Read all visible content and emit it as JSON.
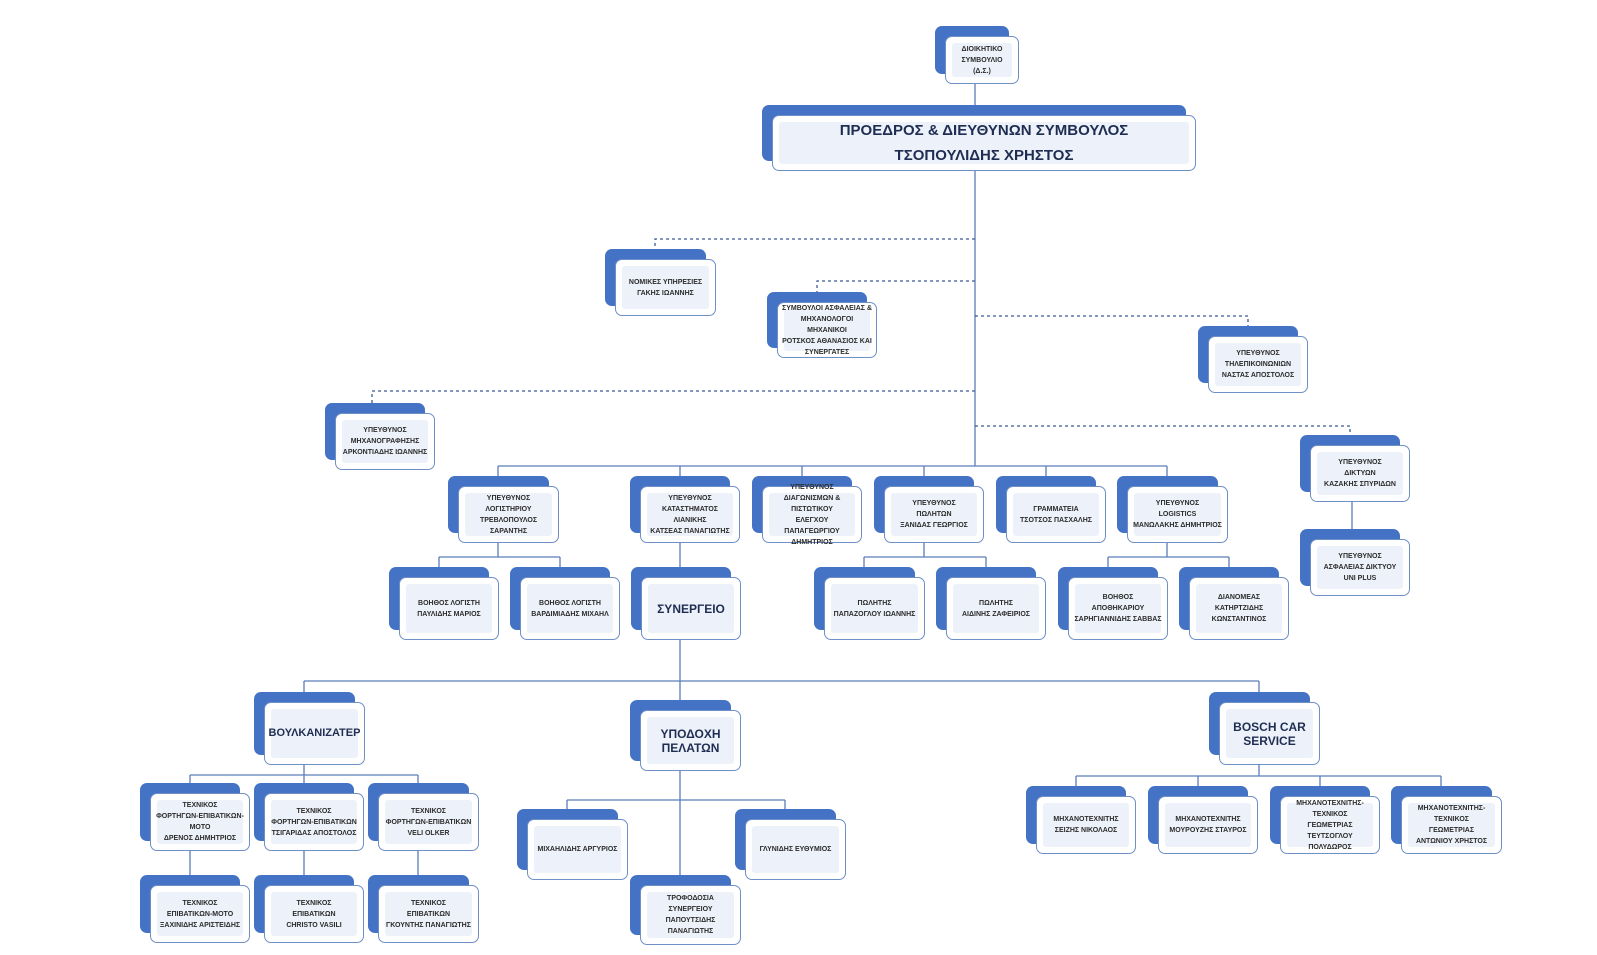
{
  "chart_data": {
    "type": "org-chart",
    "nodes": {
      "board": [
        "ΔΙΟΙΚΗΤΙΚΟ",
        "ΣΥΜΒΟΥΛΙΟ",
        "(Δ.Σ.)"
      ],
      "ceo": [
        "ΠΡΟΕΔΡΟΣ & ΔΙΕΥΘΥΝΩΝ ΣΥΜΒΟΥΛΟΣ",
        "ΤΣΟΠΟΥΛΙΔΗΣ ΧΡΗΣΤΟΣ"
      ],
      "legal": [
        "ΝΟΜΙΚΕΣ ΥΠΗΡΕΣΙΕΣ",
        "ΓΑΚΗΣ ΙΩΑΝΝΗΣ"
      ],
      "safety": [
        "ΣΥΜΒΟΥΛΟΙ ΑΣΦΑΛΕΙΑΣ &",
        "ΜΗΧΑΝΟΛΟΓΟΙ ΜΗΧΑΝΙΚΟΙ",
        "ΡΟΤΣΚΟΣ ΑΘΑΝΑΣΙΟΣ ΚΑΙ",
        "ΣΥΝΕΡΓΑΤΕΣ"
      ],
      "telecom": [
        "ΥΠΕΥΘΥΝΟΣ",
        "ΤΗΛΕΠΙΚΟΙΝΩΝΙΩΝ",
        "ΝΑΣΤΑΣ ΑΠΟΣΤΟΛΟΣ"
      ],
      "it": [
        "ΥΠΕΥΘΥΝΟΣ",
        "ΜΗΧΑΝΟΓΡΑΦΗΣΗΣ",
        "ΑΡΚΟΝΤΙΑΔΗΣ ΙΩΑΝΝΗΣ"
      ],
      "networks": [
        "ΥΠΕΥΘΥΝΟΣ",
        "ΔΙΚΤΥΩΝ",
        "ΚΑΖΑΚΗΣ ΣΠΥΡΙΔΩΝ"
      ],
      "netsec": [
        "ΥΠΕΥΘΥΝΟΣ",
        "ΑΣΦΑΛΕΙΑΣ ΔΙΚΤΥΟΥ",
        "UNI PLUS"
      ],
      "accounting": [
        "ΥΠΕΥΘΥΝΟΣ",
        "ΛΟΓΙΣΤΗΡΙΟΥ",
        "ΤΡΕΒΛΟΠΟΥΛΟΣ ΣΑΡΑΝΤΗΣ"
      ],
      "retail": [
        "ΥΠΕΥΘΥΝΟΣ",
        "ΚΑΤΑΣΤΗΜΑΤΟΣ ΛΙΑΝΙΚΗΣ",
        "ΚΑΤΣΕΑΣ ΠΑΝΑΓΙΩΤΗΣ"
      ],
      "tenders": [
        "ΥΠΕΥΘΥΝΟΣ",
        "ΔΙΑΓΩΝΙΣΜΩΝ &",
        "ΠΙΣΤΩΤΙΚΟΥ",
        "ΕΛΕΓΧΟΥ",
        "ΠΑΠΑΓΕΩΡΓΙΟΥ ΔΗΜΗΤΡΙΟΣ"
      ],
      "sales": [
        "ΥΠΕΥΘΥΝΟΣ",
        "ΠΩΛΗΤΩΝ",
        "ΞΑΝΙΔΑΣ ΓΕΩΡΓΙΟΣ"
      ],
      "secretariat": [
        "ΓΡΑΜΜΑΤΕΙΑ",
        "ΤΣΟΤΣΟΣ ΠΑΣΧΑΛΗΣ"
      ],
      "logistics": [
        "ΥΠΕΥΘΥΝΟΣ",
        "LOGISTICS",
        "ΜΑΝΩΛΑΚΗΣ ΔΗΜΗΤΡΙΟΣ"
      ],
      "acc_asst1": [
        "ΒΟΗΘΟΣ ΛΟΓΙΣΤΗ",
        "ΠΑΥΛΙΔΗΣ ΜΑΡΙΟΣ"
      ],
      "acc_asst2": [
        "ΒΟΗΘΟΣ ΛΟΓΙΣΤΗ",
        "ΒΑΡΔΙΜΙΑΔΗΣ ΜΙΧΑΗΛ"
      ],
      "workshop": [
        "ΣΥΝΕΡΓΕΙΟ"
      ],
      "seller1": [
        "ΠΩΛΗΤΗΣ",
        "ΠΑΠΑΖΟΓΛΟΥ ΙΩΑΝΝΗΣ"
      ],
      "seller2": [
        "ΠΩΛΗΤΗΣ",
        "ΑΙΔΙΝΗΣ ΖΑΦΕΙΡΙΟΣ"
      ],
      "warehouse": [
        "ΒΟΗΘΟΣ",
        "ΑΠΟΘΗΚΑΡΙΟΥ",
        "ΣΑΡΗΓΙΑΝΝΙΔΗΣ ΣΑΒΒΑΣ"
      ],
      "distributor": [
        "ΔΙΑΝΟΜΕΑΣ",
        "ΚΑΤΗΡΤΖΙΔΗΣ",
        "ΚΩΝΣΤΑΝΤΙΝΟΣ"
      ],
      "tires": [
        "ΒΟΥΛΚΑΝΙΖΑΤΕΡ"
      ],
      "reception": [
        "ΥΠΟΔΟΧΗ",
        "ΠΕΛΑΤΩΝ"
      ],
      "bosch": [
        "BOSCH CAR",
        "SERVICE"
      ],
      "tech1": [
        "ΤΕΧΝΙΚΟΣ",
        "ΦΟΡΤΗΓΩΝ-ΕΠΙΒΑΤΙΚΩΝ-",
        "ΜΟΤΟ",
        "ΔΡΕΝΟΣ ΔΗΜΗΤΡΙΟΣ"
      ],
      "tech2": [
        "ΤΕΧΝΙΚΟΣ",
        "ΦΟΡΤΗΓΩΝ-ΕΠΙΒΑΤΙΚΩΝ",
        "ΤΣΙΓΑΡΙΔΑΣ ΑΠΟΣΤΟΛΟΣ"
      ],
      "tech3": [
        "ΤΕΧΝΙΚΟΣ",
        "ΦΟΡΤΗΓΩΝ-ΕΠΙΒΑΤΙΚΩΝ",
        "VELI OLKER"
      ],
      "tech4": [
        "ΤΕΧΝΙΚΟΣ",
        "ΕΠΙΒΑΤΙΚΩΝ-ΜΟΤΟ",
        "ΞΑΧΙΝΙΔΗΣ ΑΡΙΣΤΕΙΔΗΣ"
      ],
      "tech5": [
        "ΤΕΧΝΙΚΟΣ",
        "ΕΠΙΒΑΤΙΚΩΝ",
        "CHRISTO VASILI"
      ],
      "tech6": [
        "ΤΕΧΝΙΚΟΣ",
        "ΕΠΙΒΑΤΙΚΩΝ",
        "ΓΚΟΥΝΤΗΣ ΠΑΝΑΓΙΩΤΗΣ"
      ],
      "rec1": [
        "ΜΙΧΑΗΛΙΔΗΣ ΑΡΓΥΡΙΟΣ"
      ],
      "rec2": [
        "ΓΛΥΝΙΔΗΣ ΕΥΘΥΜΙΟΣ"
      ],
      "supply": [
        "ΤΡΟΦΟΔΟΣΙΑ ΣΥΝΕΡΓΕΙΟΥ",
        "ΠΑΠΟΥΤΣΙΔΗΣ",
        "ΠΑΝΑΓΙΩΤΗΣ"
      ],
      "mech1": [
        "ΜΗΧΑΝΟΤΕΧΝΙΤΗΣ",
        "ΣΕΙΖΗΣ ΝΙΚΟΛΑΟΣ"
      ],
      "mech2": [
        "ΜΗΧΑΝΟΤΕΧΝΙΤΗΣ",
        "ΜΟΥΡΟΥΖΗΣ ΣΤΑΥΡΟΣ"
      ],
      "mech3": [
        "ΜΗΧΑΝΟΤΕΧΝΙΤΗΣ-",
        "ΤΕΧΝΙΚΟΣ",
        "ΓΕΩΜΕΤΡΙΑΣ",
        "ΤΕΥΤΣΟΓΛΟΥ ΠΟΛΥΔΩΡΟΣ"
      ],
      "mech4": [
        "ΜΗΧΑΝΟΤΕΧΝΙΤΗΣ-",
        "ΤΕΧΝΙΚΟΣ",
        "ΓΕΩΜΕΤΡΙΑΣ",
        "ΑΝΤΩΝΙΟΥ ΧΡΗΣΤΟΣ"
      ]
    },
    "links": [
      [
        "board",
        "ceo",
        "solid"
      ],
      [
        "ceo",
        "legal",
        "dashed"
      ],
      [
        "ceo",
        "safety",
        "dashed"
      ],
      [
        "ceo",
        "telecom",
        "dashed"
      ],
      [
        "ceo",
        "it",
        "dashed"
      ],
      [
        "ceo",
        "networks",
        "dashed"
      ],
      [
        "networks",
        "netsec",
        "solid"
      ],
      [
        "ceo",
        "accounting",
        "solid"
      ],
      [
        "ceo",
        "retail",
        "solid"
      ],
      [
        "ceo",
        "tenders",
        "solid"
      ],
      [
        "ceo",
        "sales",
        "solid"
      ],
      [
        "ceo",
        "secretariat",
        "solid"
      ],
      [
        "ceo",
        "logistics",
        "solid"
      ],
      [
        "accounting",
        "acc_asst1",
        "solid"
      ],
      [
        "accounting",
        "acc_asst2",
        "solid"
      ],
      [
        "retail",
        "workshop",
        "solid"
      ],
      [
        "sales",
        "seller1",
        "solid"
      ],
      [
        "sales",
        "seller2",
        "solid"
      ],
      [
        "logistics",
        "warehouse",
        "solid"
      ],
      [
        "logistics",
        "distributor",
        "solid"
      ],
      [
        "workshop",
        "tires",
        "solid"
      ],
      [
        "workshop",
        "reception",
        "solid"
      ],
      [
        "workshop",
        "bosch",
        "solid"
      ],
      [
        "tires",
        "tech1",
        "solid"
      ],
      [
        "tires",
        "tech2",
        "solid"
      ],
      [
        "tires",
        "tech3",
        "solid"
      ],
      [
        "tech1",
        "tech4",
        "solid"
      ],
      [
        "tech2",
        "tech5",
        "solid"
      ],
      [
        "tech3",
        "tech6",
        "solid"
      ],
      [
        "reception",
        "rec1",
        "solid"
      ],
      [
        "reception",
        "rec2",
        "solid"
      ],
      [
        "reception",
        "supply",
        "solid"
      ],
      [
        "bosch",
        "mech1",
        "solid"
      ],
      [
        "bosch",
        "mech2",
        "solid"
      ],
      [
        "bosch",
        "mech3",
        "solid"
      ],
      [
        "bosch",
        "mech4",
        "solid"
      ]
    ]
  }
}
